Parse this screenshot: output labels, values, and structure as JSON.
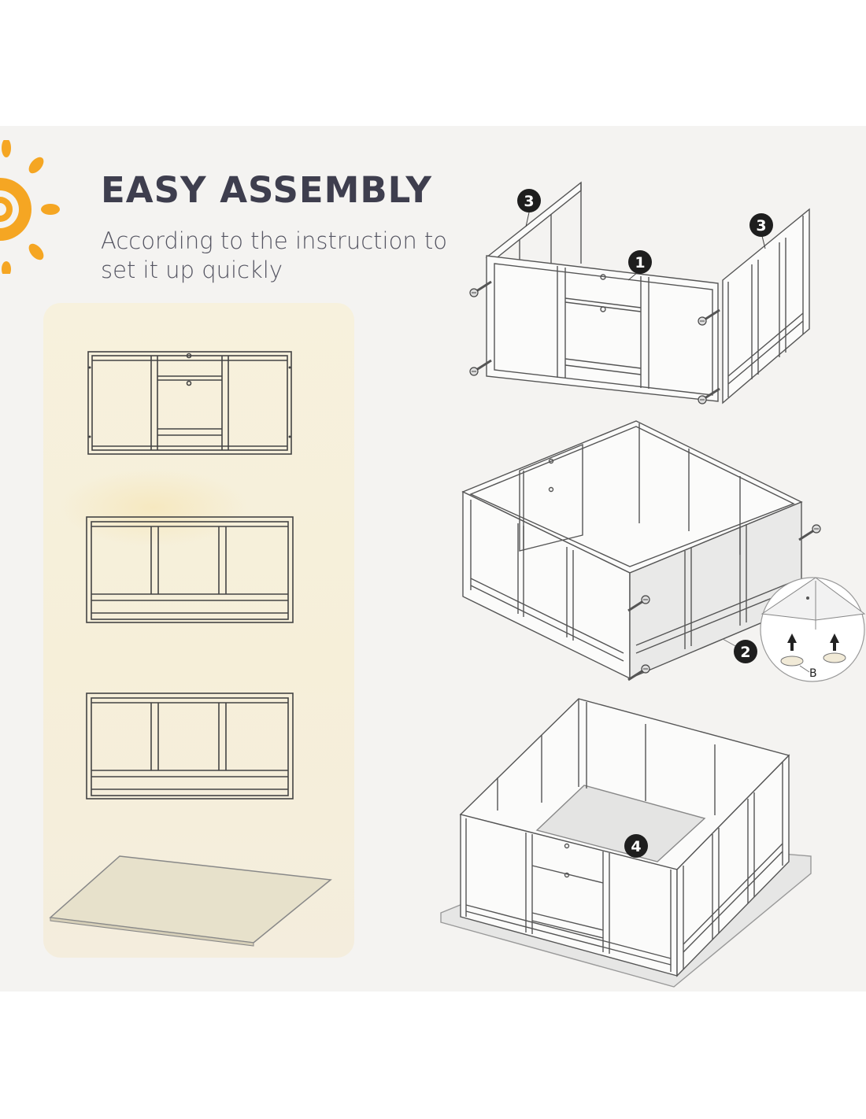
{
  "header": {
    "title": "EASY ASSEMBLY",
    "subtitle": "According to the instruction to set it up quickly"
  },
  "step_badges": {
    "panel_front": "1",
    "panel_side_left": "3",
    "panel_side_right": "3",
    "foot_step": "2",
    "floor_step": "4"
  },
  "detail_label": "B",
  "colors": {
    "title": "#3e3e4e",
    "accent_sun": "#f5a623",
    "card": "#f7f1dd",
    "panel_bg": "#f4f3f1",
    "line": "#5a5a5a"
  },
  "icons": [
    "sun-icon",
    "screw-icon",
    "arrow-up-icon",
    "foot-pad-icon"
  ]
}
